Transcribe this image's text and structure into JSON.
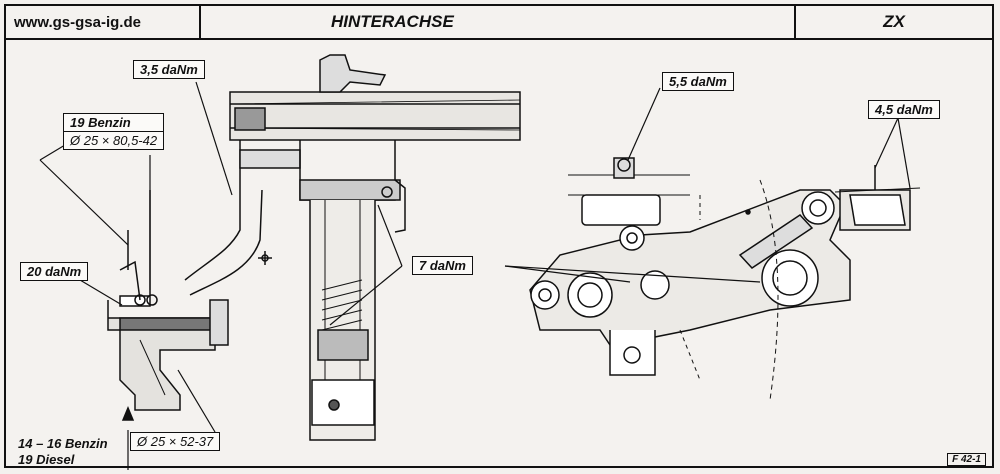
{
  "header": {
    "site": "www.gs-gsa-ig.de",
    "title": "HINTERACHSE",
    "model": "ZX"
  },
  "labels": {
    "torque_35": "3,5 daNm",
    "spec_benzin_19": "19 Benzin",
    "spec_dim_1": "Ø 25 × 80,5-42",
    "torque_20": "20 daNm",
    "torque_7": "7 daNm",
    "torque_55": "5,5 daNm",
    "torque_45": "4,5 daNm",
    "benzin_range": "14 – 16 Benzin",
    "diesel": "19 Diesel",
    "spec_dim_2": "Ø 25 × 52-37"
  },
  "figure_ref": "F 42-1",
  "colors": {
    "ink": "#111111",
    "paper": "#f3f1ee"
  }
}
